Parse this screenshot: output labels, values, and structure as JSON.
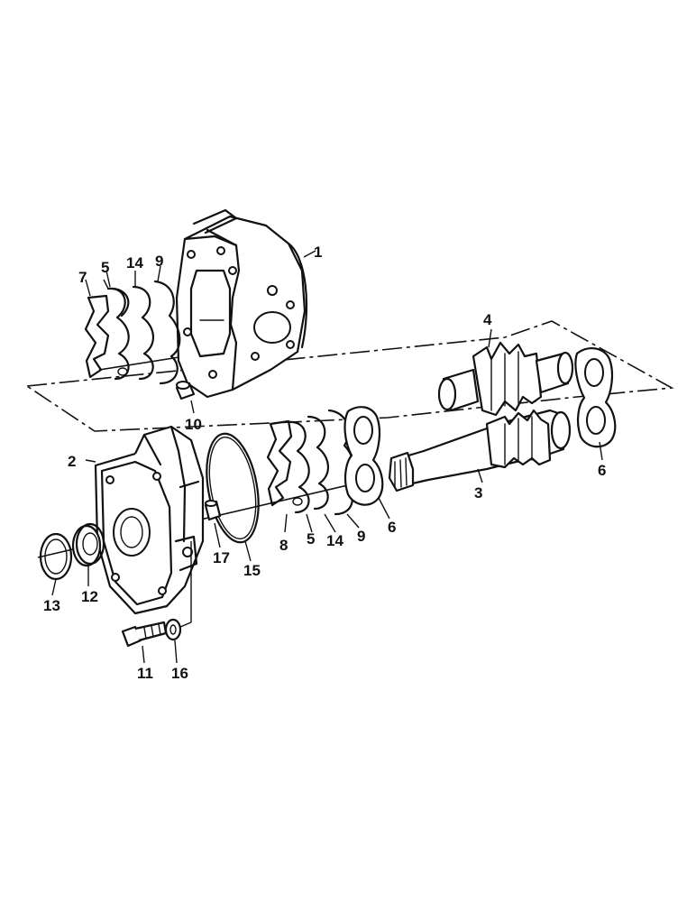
{
  "callouts": {
    "p1": "1",
    "p2": "2",
    "p3": "3",
    "p4": "4",
    "p5a": "5",
    "p5b": "5",
    "p6a": "6",
    "p6b": "6",
    "p7": "7",
    "p8": "8",
    "p9a": "9",
    "p9b": "9",
    "p10": "10",
    "p11": "11",
    "p12": "12",
    "p13": "13",
    "p14a": "14",
    "p14b": "14",
    "p15": "15",
    "p16": "16",
    "p17": "17"
  }
}
